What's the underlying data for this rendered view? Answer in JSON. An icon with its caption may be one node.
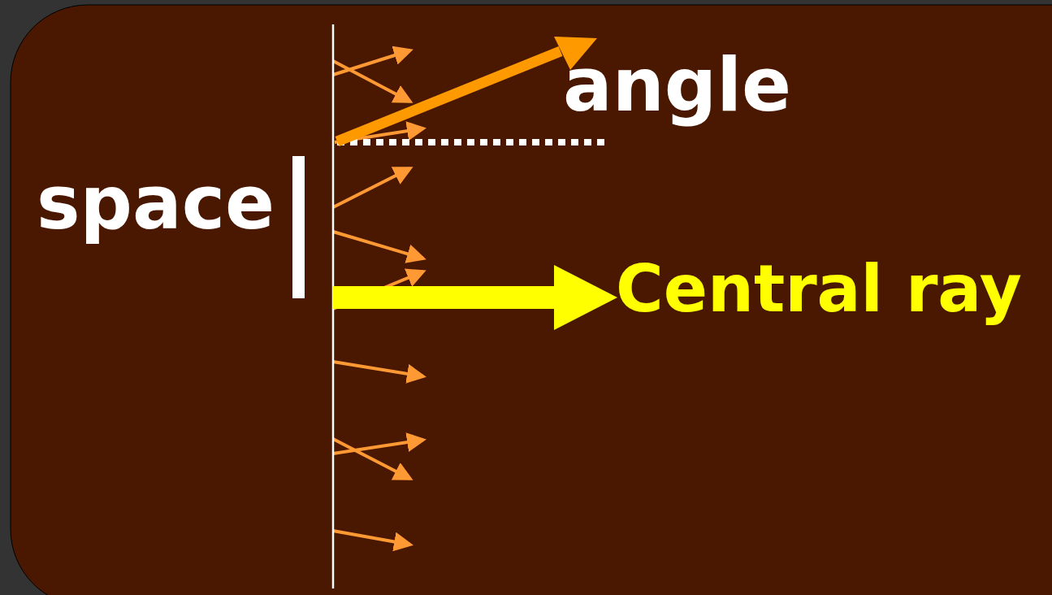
{
  "diagram": {
    "labels": [
      "angle",
      "space",
      "Central ray"
    ]
  }
}
